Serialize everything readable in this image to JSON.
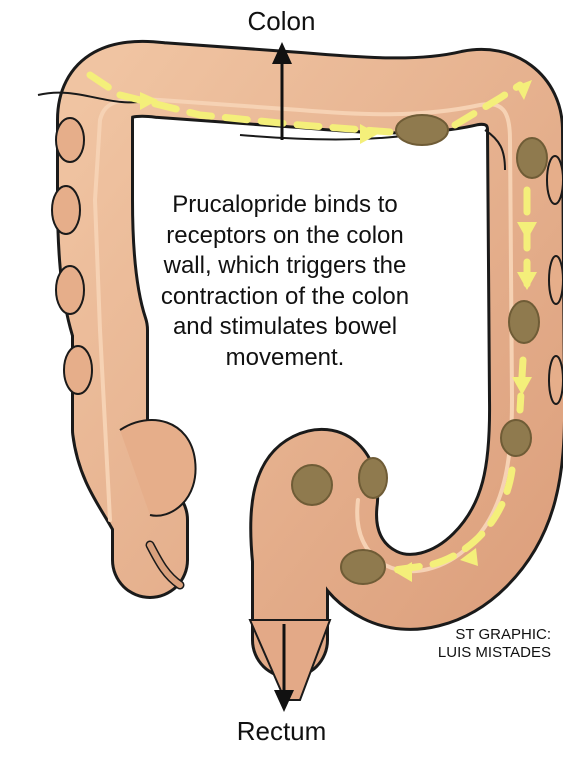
{
  "labels": {
    "top": "Colon",
    "bottom": "Rectum"
  },
  "caption": [
    "Prucalopride binds to",
    "receptors on the colon",
    "wall, which triggers the",
    "contraction of the colon",
    "and stimulates bowel",
    "movement."
  ],
  "credit": [
    "ST GRAPHIC:",
    "LUIS MISTADES"
  ],
  "colors": {
    "colon_fill": "#e9b592",
    "colon_outline": "#1a1a1a",
    "inner_line": "#f6d2b4",
    "flow_arrows": "#f4ef7a",
    "stool": "#8f7a4e",
    "background": "#ffffff"
  },
  "icons": {
    "flow": "yellow-dashed-arrow",
    "direction": "black-arrow"
  }
}
